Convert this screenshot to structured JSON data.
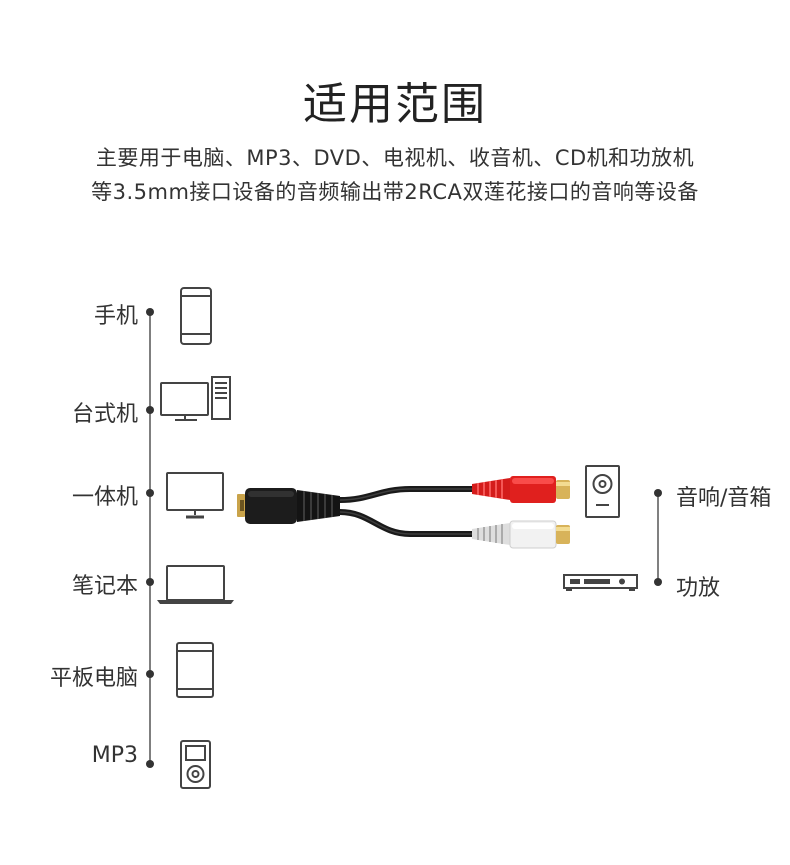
{
  "header": {
    "title": "适用范围",
    "description_line1": "主要用于电脑、MP3、DVD、电视机、收音机、CD机和功放机",
    "description_line2": "等3.5mm接口设备的音频输出带2RCA双莲花接口的音响等设备"
  },
  "sources": [
    {
      "label": "手机",
      "icon": "smartphone-icon"
    },
    {
      "label": "台式机",
      "icon": "desktop-computer-icon"
    },
    {
      "label": "一体机",
      "icon": "all-in-one-pc-icon"
    },
    {
      "label": "笔记本",
      "icon": "laptop-icon"
    },
    {
      "label": "平板电脑",
      "icon": "tablet-icon"
    },
    {
      "label": "MP3",
      "icon": "mp3-player-icon"
    }
  ],
  "destinations": [
    {
      "label": "音响/音箱",
      "icon": "speaker-icon"
    },
    {
      "label": "功放",
      "icon": "amplifier-icon"
    }
  ],
  "colors": {
    "line": "#555555",
    "icon_stroke": "#444444",
    "cable": "#1a1a1a",
    "rca_red": "#e0201e",
    "rca_white": "#f2f2f2",
    "gold": "#d8b35a"
  }
}
